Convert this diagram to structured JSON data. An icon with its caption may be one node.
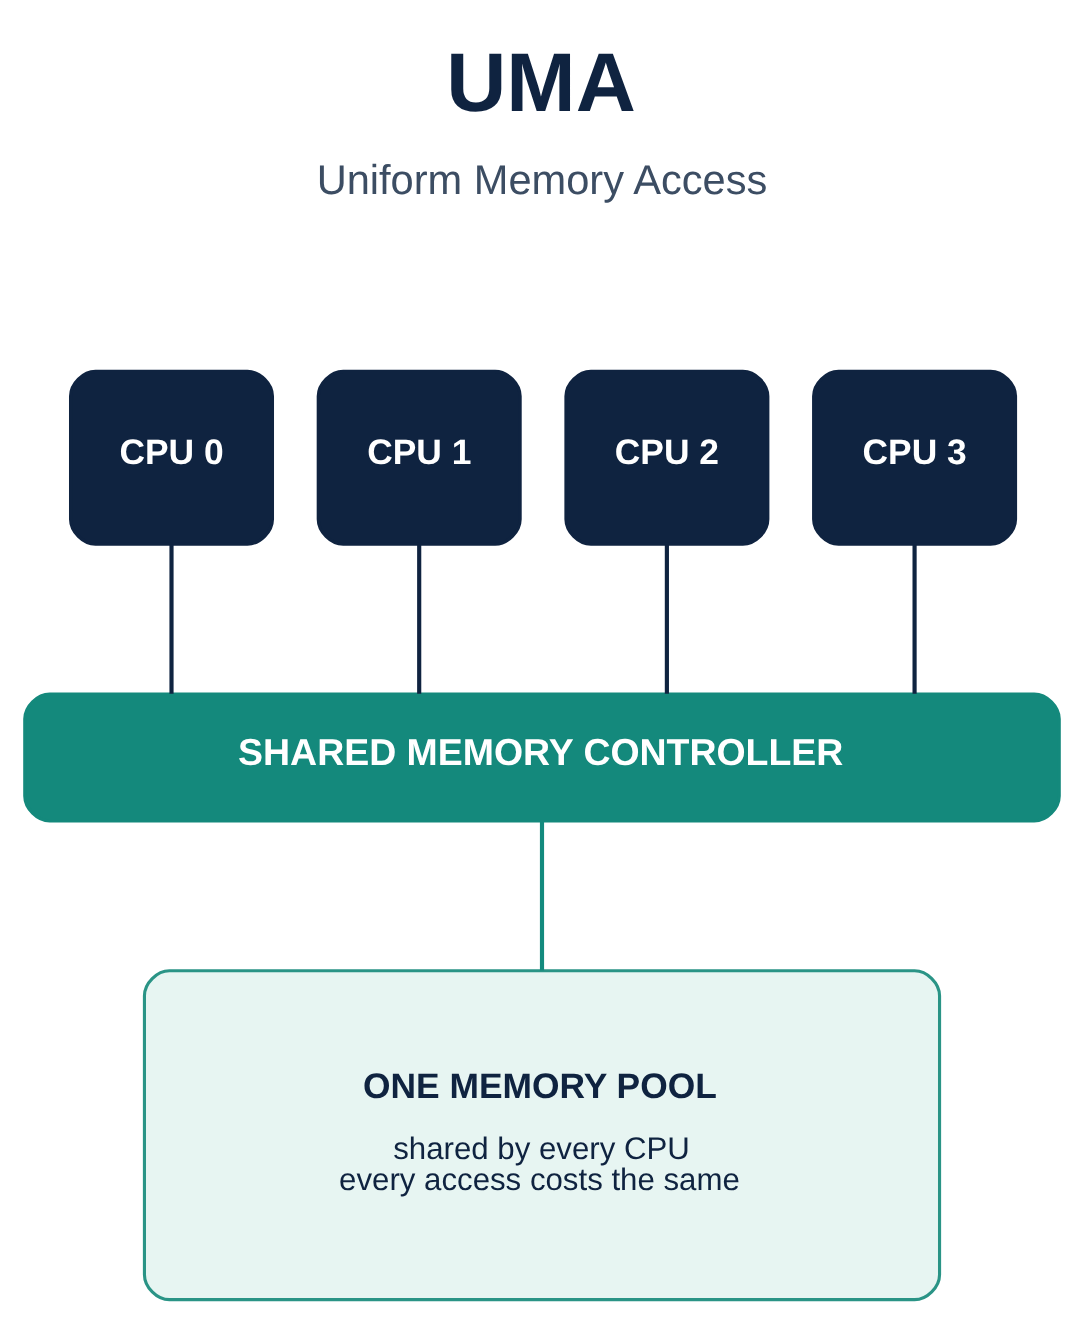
{
  "diagram": {
    "title": "UMA",
    "nodes": [
      {
        "text": [
          "CPU 0"
        ]
      },
      {
        "text": [
          "CPU 1"
        ]
      },
      {
        "text": [
          "CPU 2"
        ]
      },
      {
        "text": [
          "CPU 3"
        ]
      },
      {
        "text": [
          "SHARED MEMORY CONTROLLER"
        ]
      },
      {
        "text": [
          "ONE MEMORY POOL",
          "shared by every CPU",
          "every access costs the same"
        ]
      }
    ],
    "edges": [
      {
        "from": 0,
        "to": 4,
        "arrow": "none"
      },
      {
        "from": 1,
        "to": 4,
        "arrow": "none"
      },
      {
        "from": 2,
        "to": 4,
        "arrow": "none"
      },
      {
        "from": 3,
        "to": 4,
        "arrow": "none"
      },
      {
        "from": 4,
        "to": 5,
        "arrow": "none",
        "color": "#138a7e"
      }
    ],
    "labels": [
      "Uniform Memory Access"
    ]
  }
}
